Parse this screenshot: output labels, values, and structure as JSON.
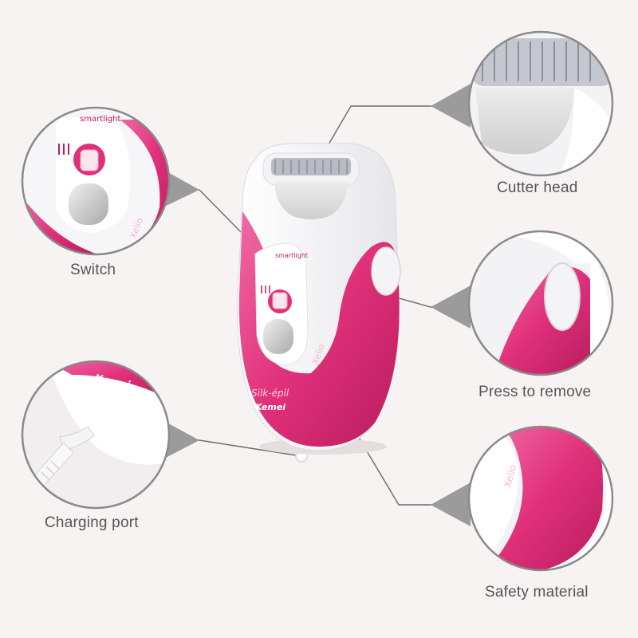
{
  "callouts": {
    "switch": "Switch",
    "cutter_head": "Cutter head",
    "press_to_remove": "Press to remove",
    "charging_port": "Charging port",
    "safety_material": "Safety material"
  },
  "device": {
    "brand": "Kemei",
    "model": "Xelio",
    "smartlight": "smartlight",
    "product_line": "Silk-épil"
  },
  "colors": {
    "background": "#f7f3f3",
    "accent_pink": "#e0307a",
    "body_white": "#ffffff",
    "callout_line": "#6b6b6b",
    "bubble_ring": "#8a8a8a",
    "label_text": "#555555"
  }
}
